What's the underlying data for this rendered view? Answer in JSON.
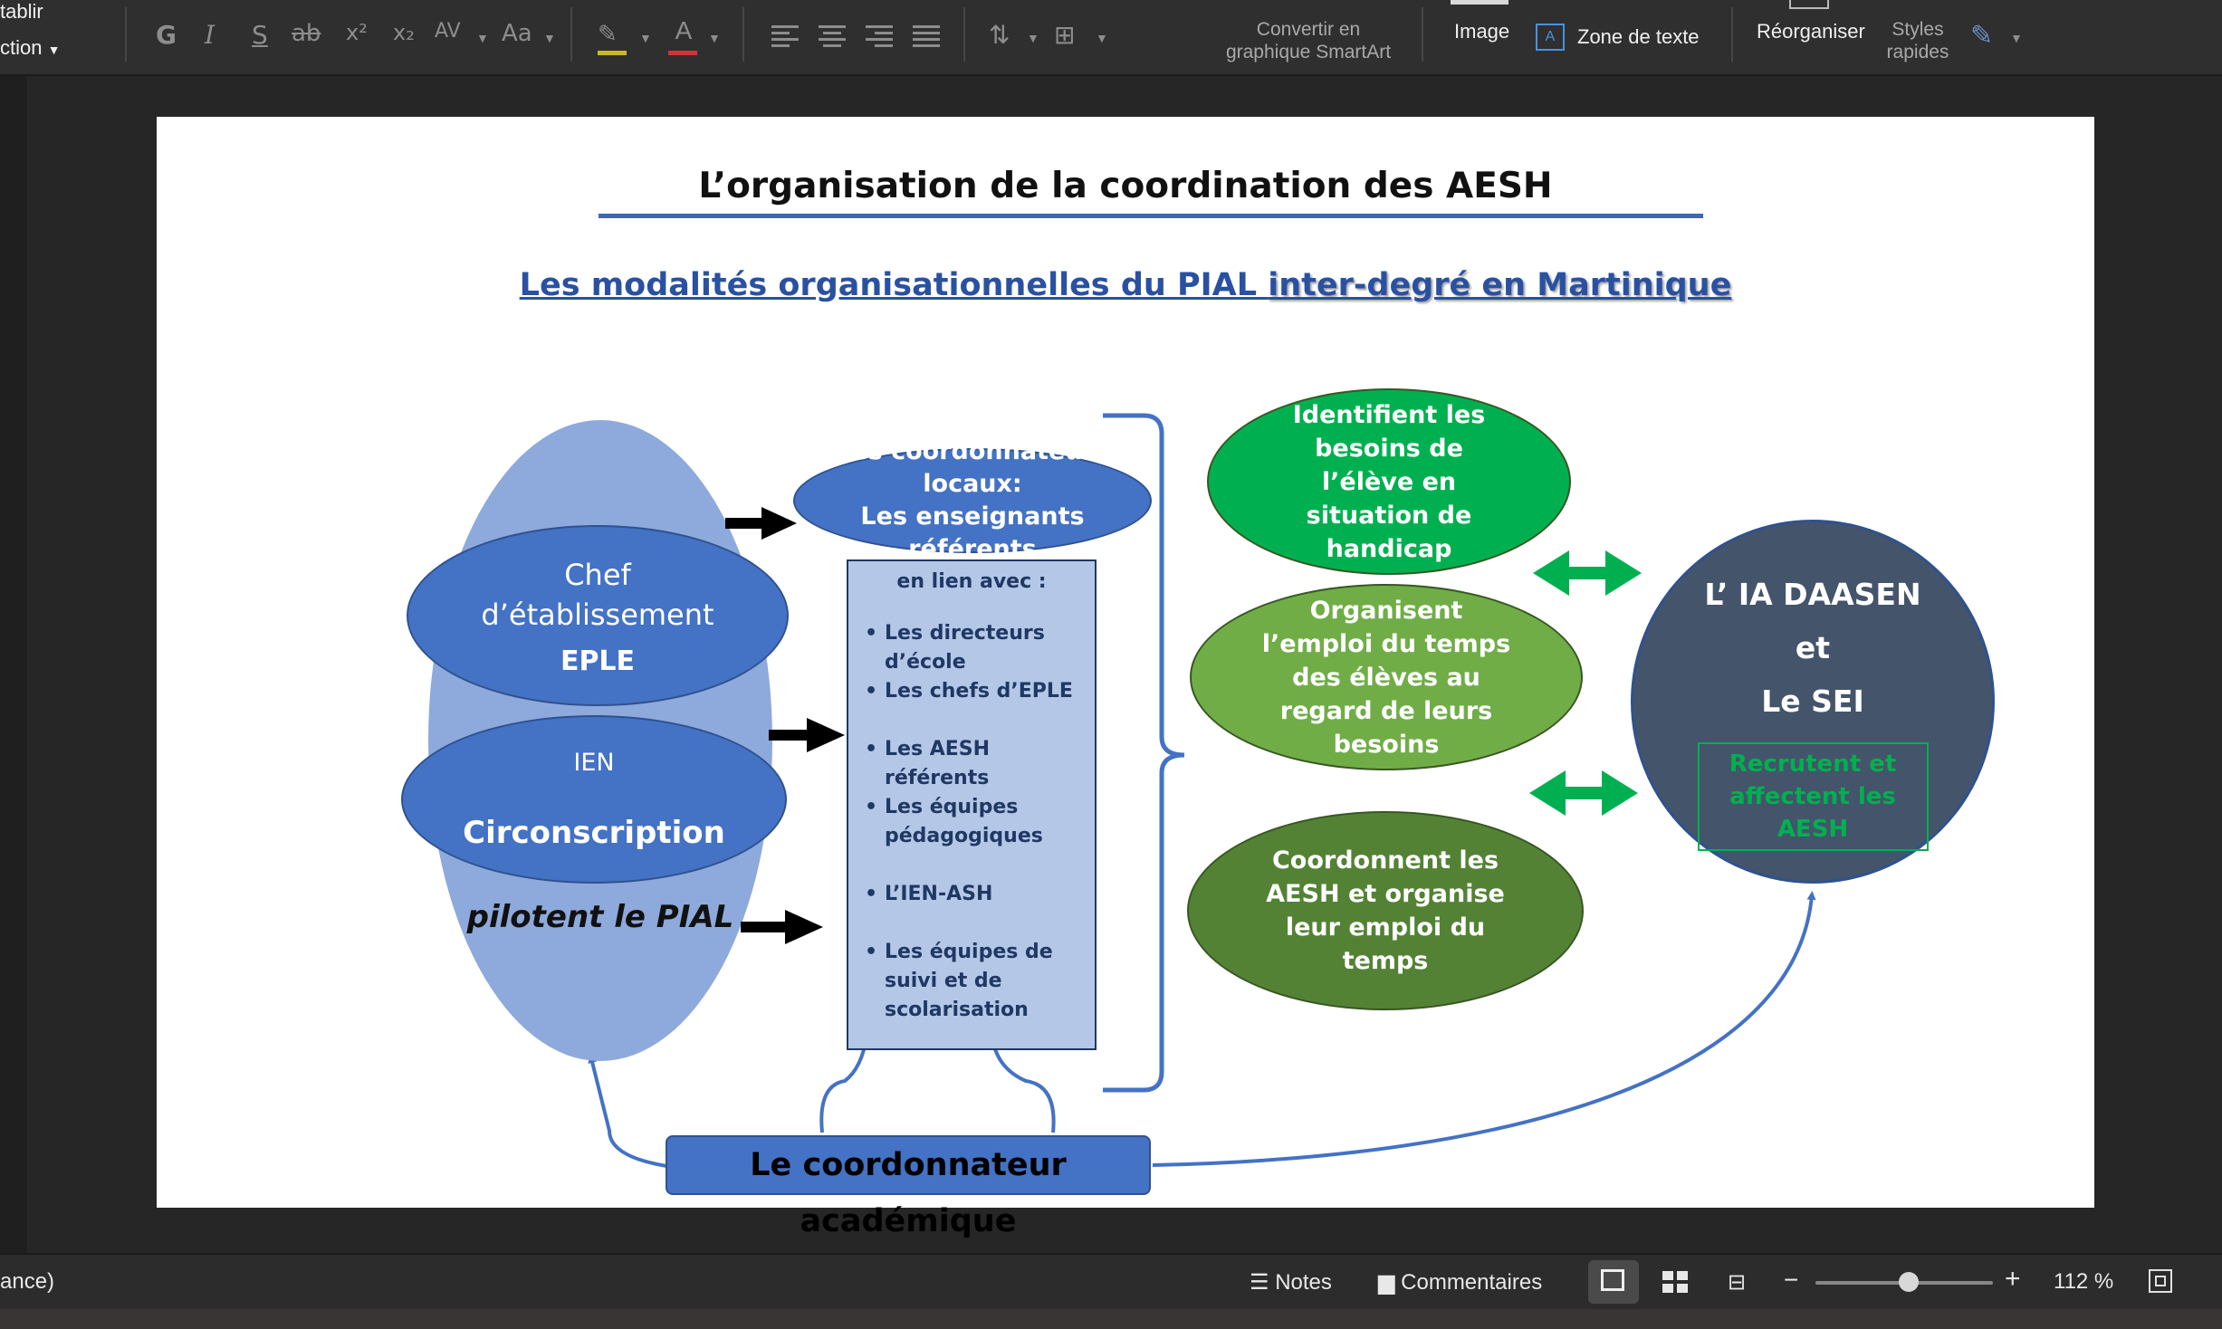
{
  "ribbon": {
    "left_top": "tablir",
    "left_bottom": "ction",
    "format_glyphs": [
      "G",
      "I",
      "S",
      "ab",
      "x²",
      "x₂",
      "AV",
      "Aa",
      "A"
    ],
    "smartart_line1": "Convertir en",
    "smartart_line2": "graphique SmartArt",
    "image": "Image",
    "text_box": "Zone de texte",
    "reorganize": "Réorganiser",
    "styles_line1": "Styles",
    "styles_line2": "rapides"
  },
  "slide": {
    "title": "L’organisation de la coordination des AESH",
    "subtitle_part1": "Les modalités organisationnelles du PIAL ",
    "subtitle_part2": "inter-degré en Martinique",
    "chef_line1": "Chef",
    "chef_line2": "d’établissement",
    "chef_line3": "EPLE",
    "ien_line1": "IEN",
    "ien_line2": "Circonscription",
    "pilotent": "pilotent le PIAL",
    "coord_local_line1": "Les coordonnateurs locaux:",
    "coord_local_line2": "Les enseignants référents",
    "lien_header": "en lien avec :",
    "lien_items": [
      "Les directeurs d’école",
      "Les chefs d’EPLE",
      "Les AESH référents",
      "Les équipes pédagogiques",
      "L’IEN-ASH",
      "Les équipes de suivi et de scolarisation"
    ],
    "green1": "Identifient les besoins de l’élève en situation de handicap",
    "green2": "Organisent  l’emploi du temps des élèves au regard de leurs besoins",
    "green3": "Coordonnent  les AESH et organise leur emploi du temps",
    "daasen_line1": "L’ IA DAASEN",
    "daasen_line2": "et",
    "daasen_line3": "Le SEI",
    "daasen_box": "Recrutent et affectent les AESH",
    "coord_acad": "Le coordonnateur académique"
  },
  "status": {
    "left": "ance)",
    "notes": "Notes",
    "comments": "Commentaires",
    "zoom": "112 %"
  },
  "colors": {
    "accent_blue": "#4472c4",
    "title_blue": "#2a51a1",
    "green_bright": "#00b050",
    "green_light": "#70ad47",
    "green_dark": "#548235",
    "slate": "#44546a"
  }
}
